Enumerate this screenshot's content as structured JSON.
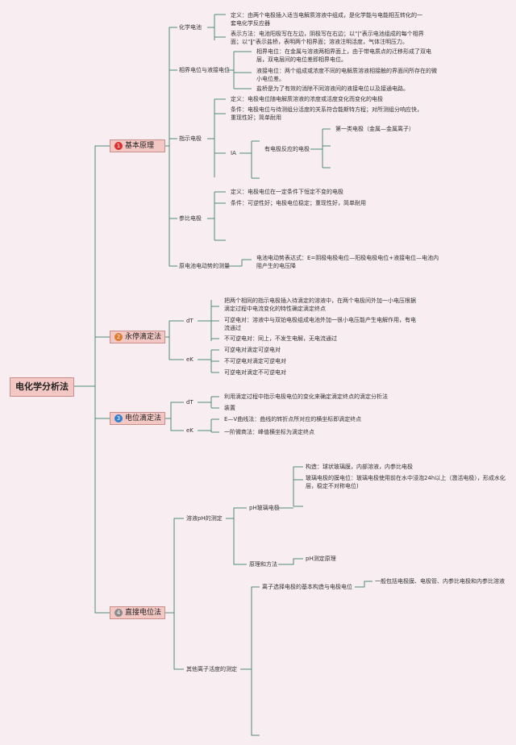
{
  "root": "电化学分析法",
  "sections": [
    {
      "num": "1",
      "label": "基本原理",
      "color": "#d9302c"
    },
    {
      "num": "2",
      "label": "永停滴定法",
      "color": "#e07a2a"
    },
    {
      "num": "3",
      "label": "电位滴定法",
      "color": "#2f7fd0"
    },
    {
      "num": "4",
      "label": "直接电位法",
      "color": "#8a8a8a"
    }
  ],
  "s1": {
    "cell": "化学电池",
    "cell_items": [
      "定义：由两个电极插入适当电解质溶液中组成，是化学能与电能相互转化的一套电化学反应器",
      "表示方法：电池阳极写在左边，阴极写在右边；以\"|\"表示电池组成的每个相界面；以\"‖\"表示盐桥，表明两个相界面；溶液注明活度，气体注明压力。"
    ],
    "phase": "相界电位与液接电位",
    "phase_items": [
      "相界电位：在金属与溶液两相界面上，由于带电质点的迁移形成了双电层，双电层间的电位差即相界电位。",
      "液接电位：两个组成或浓度不同的电解质溶液相接触的界面间所存在的微小电位差。",
      "盐桥是为了有效的消除不同溶液间的液接电位以及接通电路。"
    ],
    "indicator": "指示电极",
    "indicator_items": [
      "定义：电极电位随电解质溶液的浓度或活度变化而变化的电极",
      "条件：电极电位与待测组分活度的关系符合能斯特方程；对所测组分响应快，重现性好；简单耐用"
    ],
    "ia": "IA",
    "ia_child": "有电极反应的电极",
    "ia_leaf": "第一类电极（金属—金属离子）",
    "reference": "参比电极",
    "reference_items": [
      "定义：电极电位在一定条件下恒定不变的电极",
      "条件：可逆性好；电极电位稳定；重现性好，简单耐用"
    ],
    "emf": "原电池电动势的测量",
    "emf_item": "电池电动势表达式：E=阴极电极电位—阳极电极电位+液接电位—电池内阻产生的电压降"
  },
  "s2": {
    "dt": "dT",
    "dt_items": [
      "把两个相同的指示电极插入待滴定的溶液中，在两个电极间外加一小电压根据滴定过程中电流变化的特性确定滴定终点",
      "可逆电对：溶液中与双铂电极组成电池外加一很小电压能产生电解作用，有电流通过",
      "不可逆电对：同上，不发生电解，无电流通过"
    ],
    "ek": "eK",
    "ek_items": [
      "可逆电对滴定可逆电对",
      "不可逆电对滴定可逆电对",
      "可逆电对滴定不可逆电对"
    ]
  },
  "s3": {
    "dt": "dT",
    "dt_items": [
      "利用滴定过程中指示电极电位的变化来确定滴定终点的滴定分析法",
      "装置"
    ],
    "ek": "eK",
    "ek_items": [
      "E—V曲线法：曲线的转折点所对应的横坐标即滴定终点",
      "一阶微商法：峰值横坐标为滴定终点"
    ]
  },
  "s4": {
    "ph": "溶液pH的测定",
    "glass": "pH玻璃电极",
    "glass_items": [
      "构造：球状玻璃膜，内部溶液，内参比电极",
      "玻璃电极的膜电位：玻璃电极使用前在水中浸泡24h以上（激活电极），形成水化层，稳定不对称电位)"
    ],
    "method": "原理和方法",
    "method_item": "pH测定原理",
    "ion": "其他离子活度的测定",
    "ise": "离子选择电极的基本构造与电极电位",
    "ise_item": "一般包括电极膜、电极管、内参比电极和内参比溶液"
  }
}
